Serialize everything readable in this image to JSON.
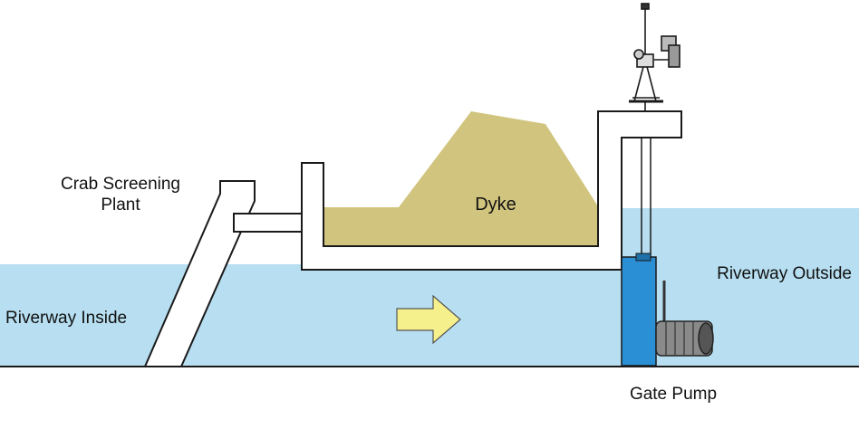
{
  "labels": {
    "crab_screening_line1": "Crab Screening",
    "crab_screening_line2": "Plant",
    "dyke": "Dyke",
    "riverway_inside": "Riverway Inside",
    "riverway_outside": "Riverway Outside",
    "gate_pump": "Gate Pump"
  },
  "colors": {
    "water": "#b7dff1",
    "dyke": "#d1c47e",
    "concrete": "#ffffff",
    "outline": "#1a1a1a",
    "pump": "#2a8fd4",
    "arrow": "#f6f08c",
    "motor": "#8a8a8a"
  },
  "icons": {
    "flow_arrow": "arrow-right-icon",
    "gate_pump": "pump-icon",
    "hoist": "hoist-icon"
  }
}
